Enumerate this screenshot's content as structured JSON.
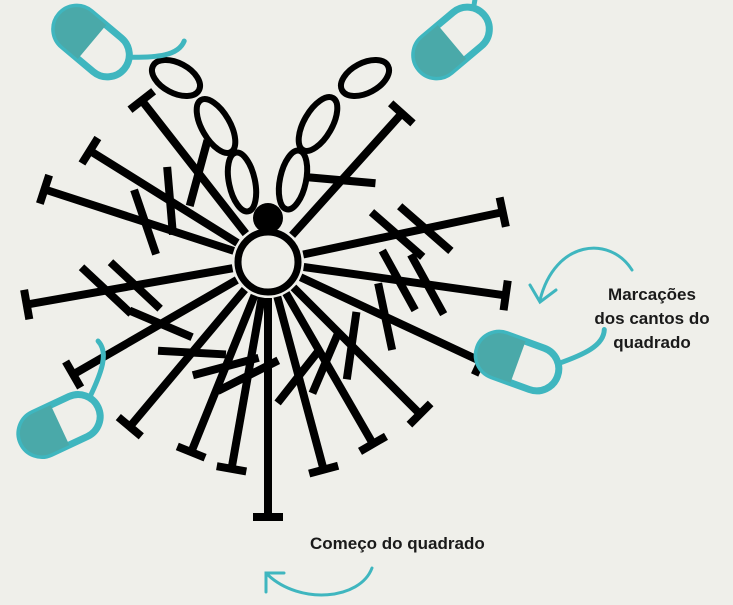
{
  "labels": {
    "corner_markers": [
      "Marcações",
      "dos cantos do",
      "quadrado"
    ],
    "start": "Começo do quadrado"
  },
  "colors": {
    "background": "#efefea",
    "stitch": "#000000",
    "marker_teal": "#3fb6bf",
    "marker_fill": "#4aa9a9"
  }
}
